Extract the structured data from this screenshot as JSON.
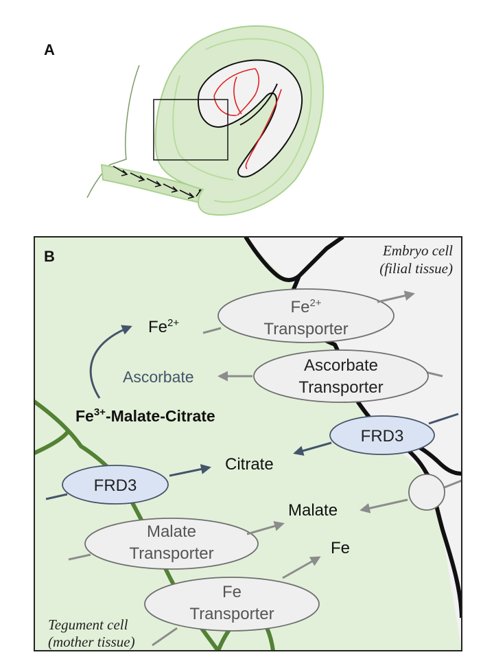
{
  "panel_a": {
    "label": "A"
  },
  "panel_b": {
    "label": "B",
    "cell_labels": {
      "embryo_line1": "Embryo cell",
      "embryo_line2": "(filial tissue)",
      "tegument_line1": "Tegument cell",
      "tegument_line2": "(mother tissue)"
    },
    "transporters": {
      "fe2": {
        "line1": "Fe",
        "sup": "2+",
        "line2": "Transporter"
      },
      "ascorbate": {
        "line1": "Ascorbate",
        "line2": "Transporter"
      },
      "frd3_right": {
        "label": "FRD3"
      },
      "frd3_left": {
        "label": "FRD3"
      },
      "malate": {
        "line1": "Malate",
        "line2": "Transporter"
      },
      "fe": {
        "line1": "Fe",
        "line2": "Transporter"
      }
    },
    "molecules": {
      "fe2_base": "Fe",
      "fe2_sup": "2+",
      "ascorbate": "Ascorbate",
      "complex_fe": "Fe",
      "complex_sup": "3+",
      "complex_rest": "-Malate-Citrate",
      "citrate": "Citrate",
      "malate": "Malate",
      "fe": "Fe"
    }
  },
  "colors": {
    "seed_fill": "#d9ebcc",
    "seed_stroke": "#a9d18e",
    "embryo_stroke": "#e02020",
    "tegument_bg": "#e2f0d9",
    "embryo_bg": "#f2f2f2",
    "green_wall": "#538135",
    "ellipse_grey": "#efefef",
    "ellipse_blue": "#dae3f3",
    "arrow_grey": "#8c8c8c",
    "arrow_blue": "#44546a",
    "ascorbate_text": "#44546a"
  }
}
